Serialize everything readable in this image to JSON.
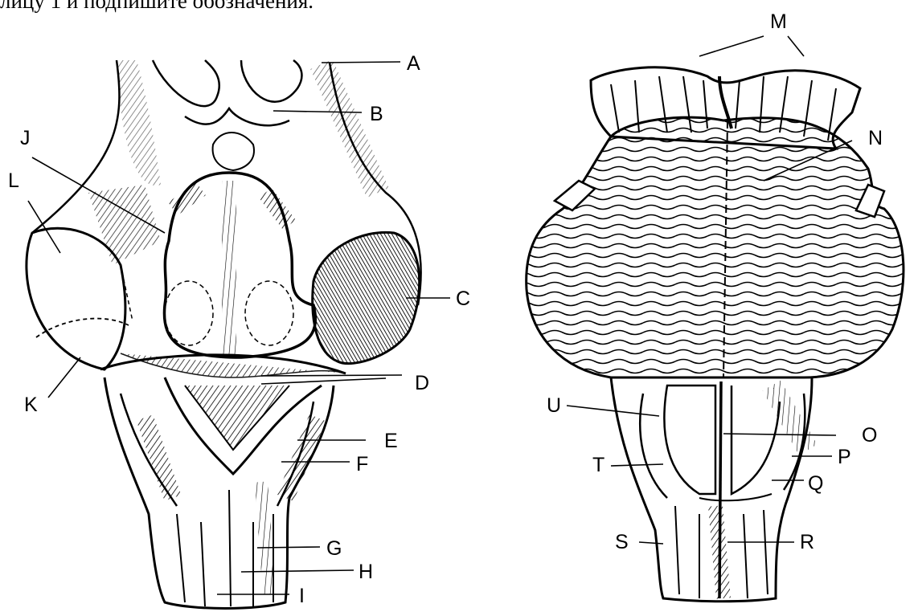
{
  "header": {
    "text": "лицу 1 и подпишите обозначения."
  },
  "figures": {
    "dorsal_view": {
      "labels": [
        "A",
        "B",
        "C",
        "D",
        "E",
        "F",
        "G",
        "H",
        "I",
        "J",
        "K",
        "L"
      ]
    },
    "ventral_view": {
      "labels": [
        "M",
        "N",
        "O",
        "P",
        "Q",
        "R",
        "S",
        "T",
        "U"
      ]
    }
  }
}
